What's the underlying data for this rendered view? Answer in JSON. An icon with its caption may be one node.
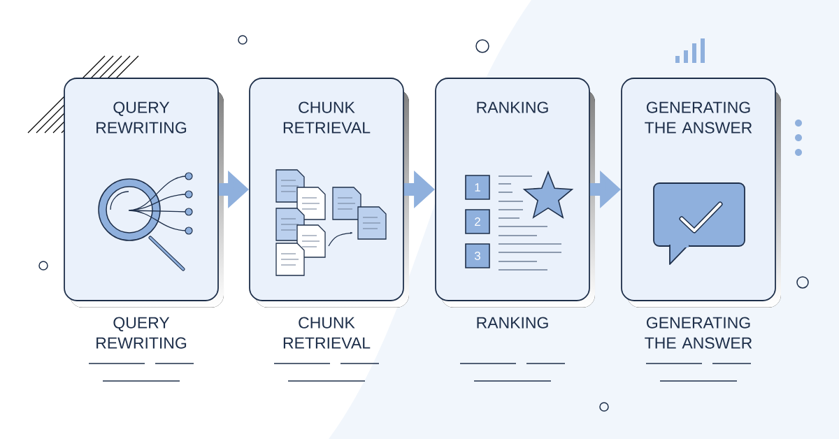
{
  "diagram": {
    "nodes": [
      {
        "text": [
          "QUERY REWRITING"
        ],
        "beside": [
          "QUERY REWRITING"
        ]
      },
      {
        "text": [
          "CHUNK RETRIEVAL"
        ],
        "beside": [
          "CHUNK RETRIEVAL"
        ]
      },
      {
        "text": [
          "RANKING"
        ],
        "beside": [
          "RANKING"
        ]
      },
      {
        "text": [
          "GENERATING THE ANSWER"
        ],
        "beside": [
          "GENERATING THE ANSWER"
        ]
      }
    ],
    "edges": [
      {
        "from": 0,
        "to": 1,
        "arrow": "to"
      },
      {
        "from": 1,
        "to": 2,
        "arrow": "to"
      },
      {
        "from": 2,
        "to": 3,
        "arrow": "to"
      }
    ],
    "labels": [
      "1",
      "2",
      "3"
    ]
  }
}
